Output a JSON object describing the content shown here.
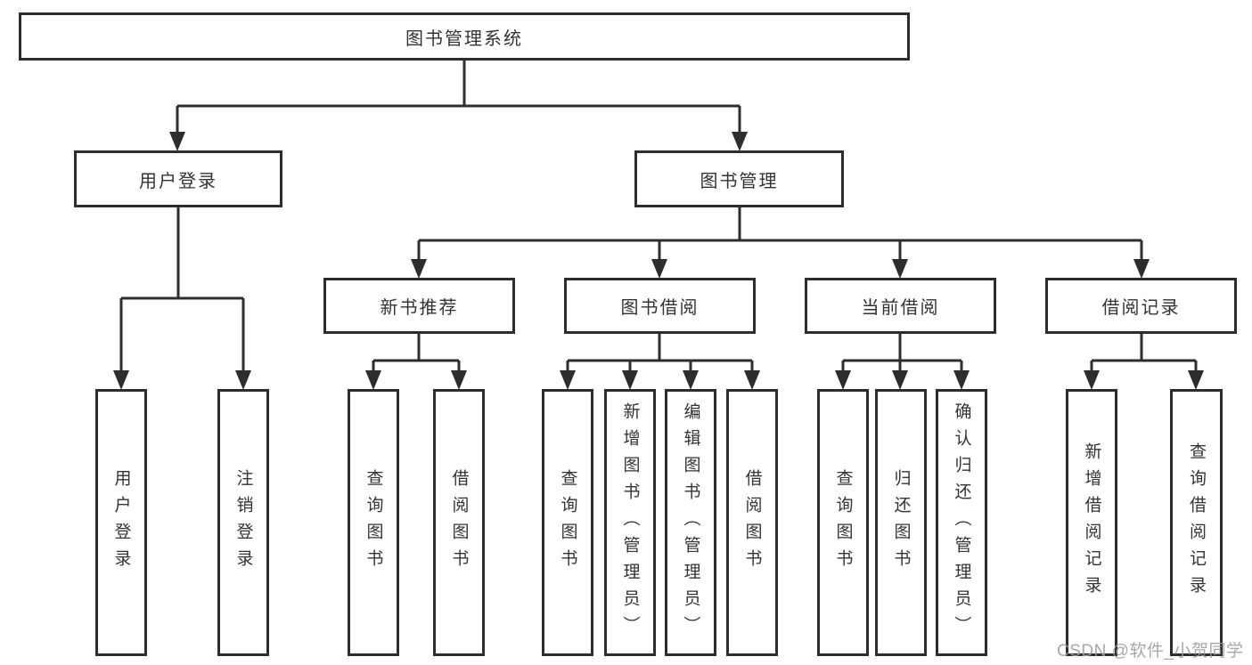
{
  "tree": {
    "root": {
      "label": "图书管理系统"
    },
    "branches": [
      {
        "label": "用户登录",
        "children": [
          {
            "label": "用户登录"
          },
          {
            "label": "注销登录"
          }
        ]
      },
      {
        "label": "图书管理",
        "children": [
          {
            "label": "新书推荐",
            "children": [
              {
                "label": "查询图书"
              },
              {
                "label": "借阅图书"
              }
            ]
          },
          {
            "label": "图书借阅",
            "children": [
              {
                "label": "查询图书"
              },
              {
                "label": "新增图书（管理员）"
              },
              {
                "label": "编辑图书（管理员）"
              },
              {
                "label": "借阅图书"
              }
            ]
          },
          {
            "label": "当前借阅",
            "children": [
              {
                "label": "查询图书"
              },
              {
                "label": "归还图书"
              },
              {
                "label": "确认归还（管理员）"
              }
            ]
          },
          {
            "label": "借阅记录",
            "children": [
              {
                "label": "新增借阅记录"
              },
              {
                "label": "查询借阅记录"
              }
            ]
          }
        ]
      }
    ]
  },
  "watermark": {
    "text": "CSDN @软件_小贺同学"
  },
  "colors": {
    "line": "#2d2d2d",
    "box_border": "#2d2d2d",
    "box_fill": "#ffffff",
    "text": "#333333",
    "watermark": "#9e9e9e",
    "background": "#ffffff"
  }
}
